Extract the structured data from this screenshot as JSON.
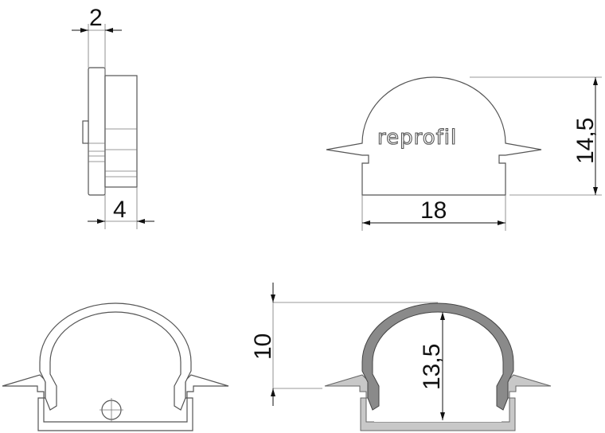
{
  "brand_text": "reprofil",
  "dimensions": {
    "side_plate_thickness": "2",
    "side_body_depth": "4",
    "cap_height": "14,5",
    "cap_width": "18",
    "profile_height": "10",
    "inner_height": "13,5"
  },
  "colors": {
    "housing": "#c8c8c8",
    "diffuser": "#8a8a8a",
    "outline": "#555555"
  }
}
